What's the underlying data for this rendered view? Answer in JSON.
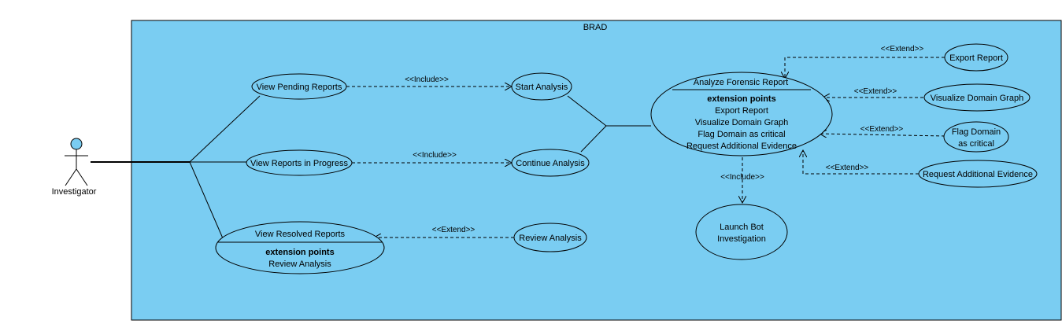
{
  "system": {
    "name": "BRAD"
  },
  "actor": {
    "name": "Investigator"
  },
  "use_cases": {
    "view_pending": "View Pending Reports",
    "view_in_progress": "View Reports in Progress",
    "view_resolved": "View Resolved Reports",
    "view_resolved_ext_heading": "extension points",
    "view_resolved_ext_1": "Review Analysis",
    "start_analysis": "Start Analysis",
    "continue_analysis": "Continue Analysis",
    "review_analysis": "Review Analysis",
    "analyze_forensic": "Analyze Forensic Report",
    "analyze_ext_heading": "extension points",
    "analyze_ext_1": "Export Report",
    "analyze_ext_2": "Visualize Domain Graph",
    "analyze_ext_3": "Flag Domain as critical",
    "analyze_ext_4": "Request Additional Evidence",
    "export_report": "Export Report",
    "visualize_graph": "Visualize Domain Graph",
    "flag_domain_line1": "Flag Domain",
    "flag_domain_line2": "as critical",
    "request_evidence": "Request Additional Evidence",
    "launch_bot_line1": "Launch Bot",
    "launch_bot_line2": "Investigation"
  },
  "relations": {
    "include_pending_start": "<<Include>>",
    "include_progress_continue": "<<Include>>",
    "extend_review_resolved": "<<Extend>>",
    "extend_export": "<<Extend>>",
    "extend_visualize": "<<Extend>>",
    "extend_flag": "<<Extend>>",
    "extend_request": "<<Extend>>",
    "include_launch": "<<Include>>"
  },
  "colors": {
    "system_fill": "#7acdf2",
    "use_case_fill": "#7acdf2",
    "actor_head": "#7acdf2"
  }
}
